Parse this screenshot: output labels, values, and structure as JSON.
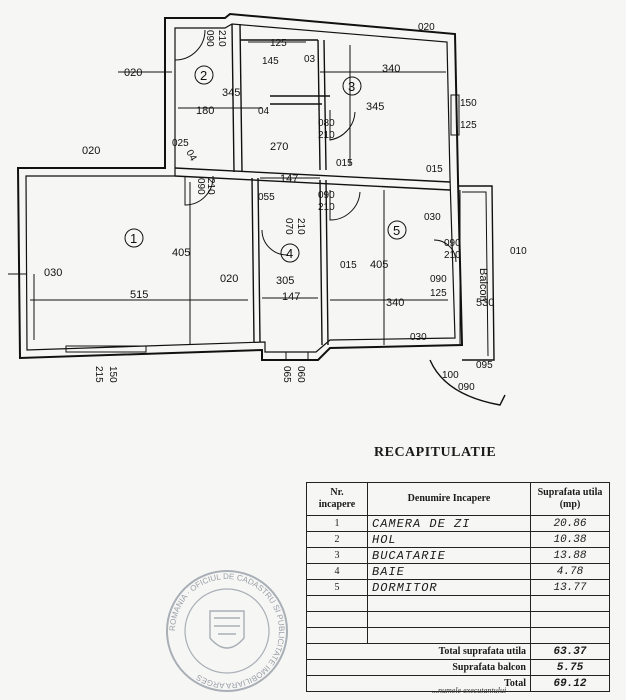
{
  "plan": {
    "rooms": [
      "1",
      "2",
      "3",
      "4",
      "5"
    ],
    "balcony_label": "Balcon",
    "dims": {
      "d020_top_right": "020",
      "d090_210_door2_top_a": "090",
      "d090_210_door2_top_b": "210",
      "d020_left": "020",
      "d125": "125",
      "d03": "03",
      "d145": "145",
      "d340_top": "340",
      "d345_left": "345",
      "d345_mid": "345",
      "d180": "180",
      "d04": "04",
      "d150_win": "150",
      "d125_win": "125",
      "d080_a": "080",
      "d210_a": "210",
      "d270": "270",
      "d025": "025",
      "d04b": "04",
      "d015_a": "015",
      "d015_b": "015",
      "d020_room1": "020",
      "d147_top": "147",
      "d090_c": "090",
      "d210_c": "210",
      "d055": "055",
      "d090_d": "090",
      "d210_d": "210",
      "d030_r": "030",
      "d070": "070",
      "d210_e": "210",
      "d090_e": "090",
      "d210_f": "210",
      "d010": "010",
      "d405_r1": "405",
      "d030_r1": "030",
      "d020_r1b": "020",
      "d305": "305",
      "d015_c": "015",
      "d405_r5": "405",
      "d090_g": "090",
      "d125_g": "125",
      "d530": "530",
      "d515": "515",
      "d147_bot": "147",
      "d340_bot": "340",
      "d030_bot": "030",
      "d095": "095",
      "d100": "100",
      "d090_h": "090",
      "d215": "215",
      "d150_bot": "150",
      "d065": "065",
      "d060": "060"
    }
  },
  "recap": {
    "title": "RECAPITULATIE",
    "headers": {
      "no": "Nr. incapere",
      "name": "Denumire Incapere",
      "area": "Suprafata utila (mp)"
    },
    "rows": [
      {
        "no": "1",
        "name": "CAMERA DE ZI",
        "area": "20.86"
      },
      {
        "no": "2",
        "name": "HOL",
        "area": "10.38"
      },
      {
        "no": "3",
        "name": "BUCATARIE",
        "area": "13.88"
      },
      {
        "no": "4",
        "name": "BAIE",
        "area": "4.78"
      },
      {
        "no": "5",
        "name": "DORMITOR",
        "area": "13.77"
      }
    ],
    "totals": [
      {
        "label": "Total suprafata utila",
        "value": "63.37"
      },
      {
        "label": "Suprafata balcon",
        "value": "5.75"
      },
      {
        "label": "Total",
        "value": "69.12"
      }
    ]
  },
  "stamp": {
    "text": "ROMANIA · OFICIUL DE CADASTRU SI PUBLICITATE IMOBILIARA ARGES"
  },
  "footnote": "...numele executantului"
}
